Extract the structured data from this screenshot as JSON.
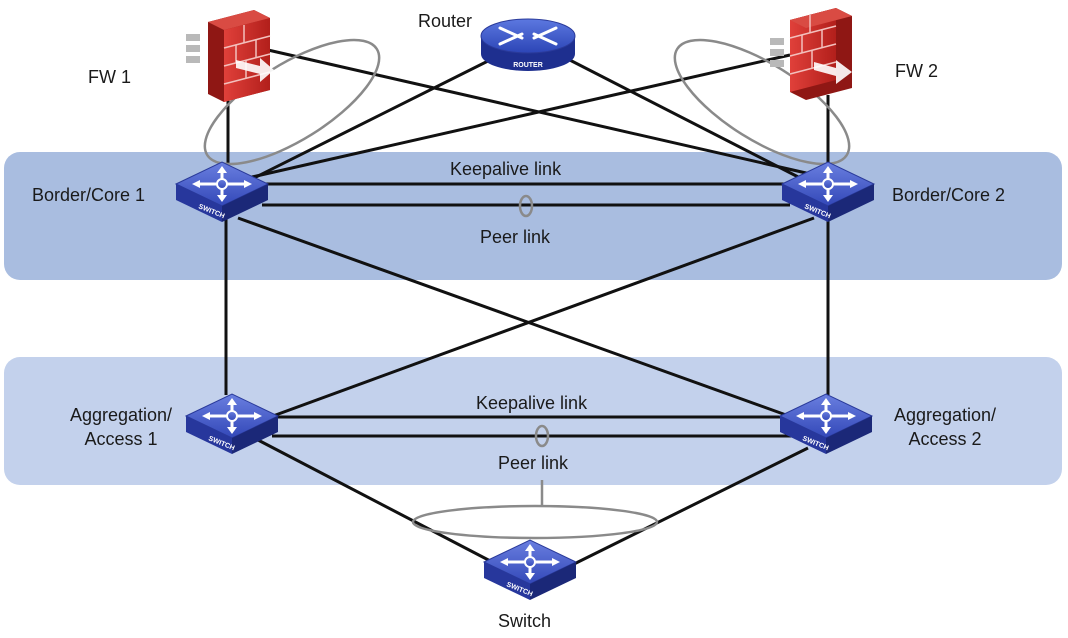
{
  "colors": {
    "tier_core_band": "#a9bde0",
    "tier_access_band": "#c3d1ec",
    "link": "#111111",
    "aggregation_ring": "#8a8a8a",
    "switch_top": "#4a5fc4",
    "switch_side": "#1f2f8c",
    "router_top": "#3b57c9",
    "firewall": "#c42a26"
  },
  "labels": {
    "router": "Router",
    "fw1": "FW 1",
    "fw2": "FW 2",
    "core1": "Border/Core 1",
    "core2": "Border/Core 2",
    "core_keepalive": "Keepalive link",
    "core_peer": "Peer link",
    "agg1_line1": "Aggregation/",
    "agg1_line2": "Access 1",
    "agg2_line1": "Aggregation/",
    "agg2_line2": "Access 2",
    "agg_keepalive": "Keepalive link",
    "agg_peer": "Peer link",
    "switch": "Switch"
  },
  "icons": {
    "switch_badge": "SWITCH",
    "router_badge": "ROUTER"
  }
}
